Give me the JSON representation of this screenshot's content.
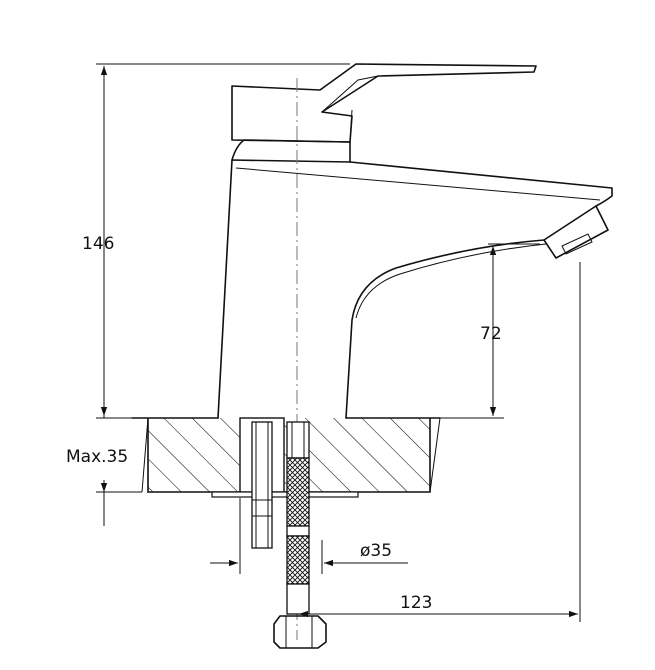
{
  "drawing": {
    "colors": {
      "line": "#111111",
      "background": "#ffffff",
      "centerline": "#777777"
    },
    "dimensions": {
      "total_height": "146",
      "spout_height": "72",
      "max_counter_thickness": "Max.35",
      "hole_diameter": "ø35",
      "spout_reach": "123"
    }
  }
}
